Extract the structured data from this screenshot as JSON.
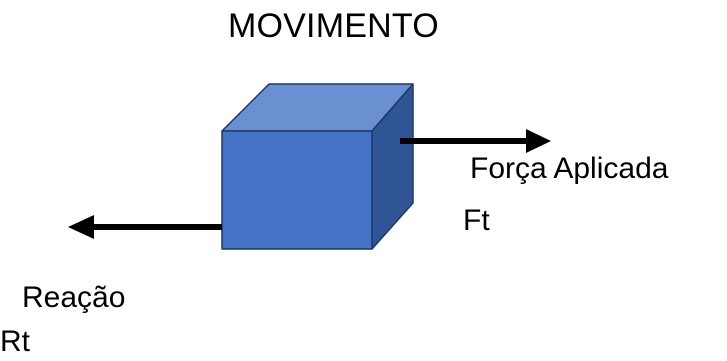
{
  "title": "MOVIMENTO",
  "applied_force": {
    "label": "Força Aplicada",
    "symbol": "Ft"
  },
  "reaction_force": {
    "label": "Reação",
    "symbol": "Rt"
  },
  "colors": {
    "cube_front": "#4472C4",
    "cube_top": "#6A90D2",
    "cube_side": "#2F5597",
    "cube_edge": "#1F3864",
    "arrow": "#000000",
    "text": "#000000"
  }
}
